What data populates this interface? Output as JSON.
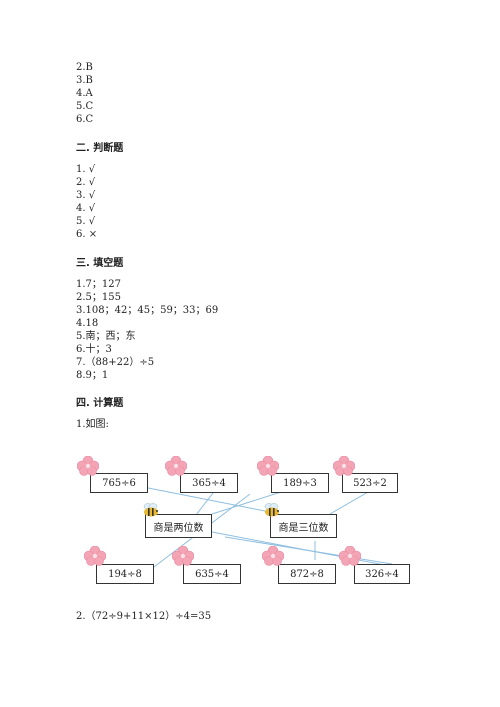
{
  "section1_tail": [
    "2.B",
    "3.B",
    "4.A",
    "5.C",
    "6.C"
  ],
  "section2": {
    "title": "二. 判断题",
    "items": [
      "1. √",
      "2. √",
      "3. √",
      "4. √",
      "5. √",
      "6. ×"
    ]
  },
  "section3": {
    "title": "三. 填空题",
    "items": [
      "1.7；127",
      "2.5；155",
      "3.108；42；45；59；33；69",
      "4.18",
      "5.南；西；东",
      "6.十；3",
      "7.（88+22）÷5",
      "8.9；1"
    ]
  },
  "section4": {
    "title": "四. 计算题",
    "q1": "1.如图:",
    "top_boxes": [
      "765÷6",
      "365÷4",
      "189÷3",
      "523÷2"
    ],
    "middle_boxes": [
      "商是两位数",
      "商是三位数"
    ],
    "bottom_boxes": [
      "194÷8",
      "635÷4",
      "872÷8",
      "326÷4"
    ],
    "q2": "2.（72÷9+11×12）÷4=35"
  },
  "colors": {
    "line": "#8fbfe0",
    "flower": "#f4a5b5",
    "bee": "#e8b930"
  }
}
